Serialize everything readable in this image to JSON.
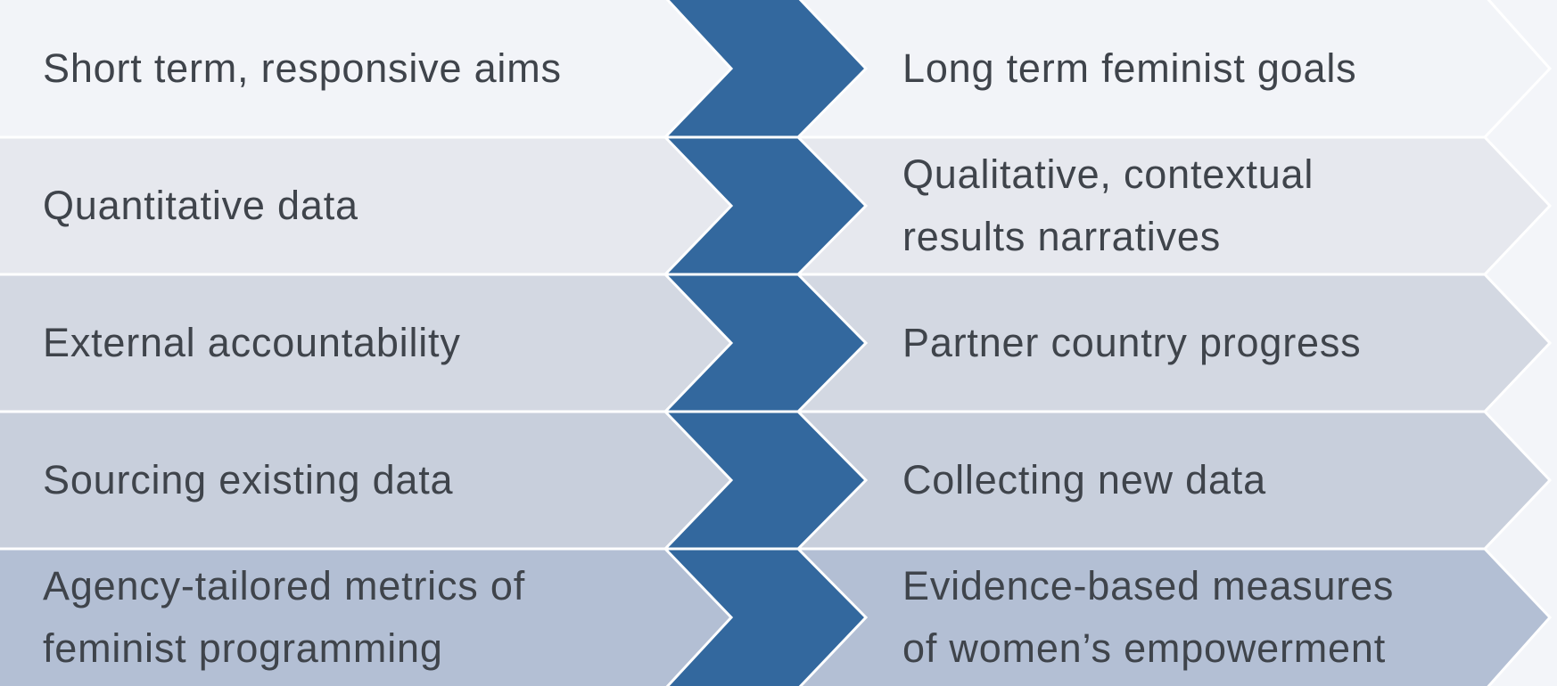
{
  "colors": {
    "background": "#F3F5F9",
    "separator": "#FFFFFF",
    "chevron": "#33689E",
    "text": "#3F444B"
  },
  "rows": [
    {
      "color": "#F2F4F8",
      "left": {
        "lines": [
          "Short term, responsive aims"
        ]
      },
      "right": {
        "lines": [
          "Long term feminist goals"
        ]
      }
    },
    {
      "color": "#E6E8EE",
      "left": {
        "lines": [
          "Quantitative data"
        ]
      },
      "right": {
        "lines": [
          "Qualitative, contextual",
          "results narratives"
        ]
      }
    },
    {
      "color": "#D3D8E2",
      "left": {
        "lines": [
          "External accountability"
        ]
      },
      "right": {
        "lines": [
          "Partner country progress"
        ]
      }
    },
    {
      "color": "#C8CFDC",
      "left": {
        "lines": [
          "Sourcing existing data"
        ]
      },
      "right": {
        "lines": [
          "Collecting new data"
        ]
      }
    },
    {
      "color": "#B3BFD4",
      "left": {
        "lines": [
          "Agency-tailored metrics of",
          "feminist programming"
        ]
      },
      "right": {
        "lines": [
          "Evidence-based measures",
          "of women’s empowerment"
        ]
      }
    }
  ]
}
